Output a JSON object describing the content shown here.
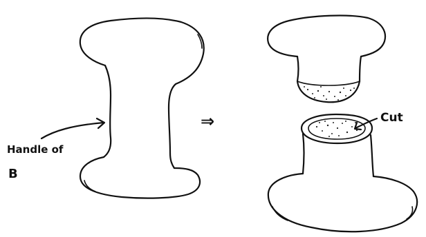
{
  "labels": {
    "handle_line1": "Handle of",
    "handle_line2": "B",
    "implies": "⇒",
    "cut": "Cut"
  },
  "colors": {
    "ink": "#111111",
    "background": "#ffffff"
  }
}
